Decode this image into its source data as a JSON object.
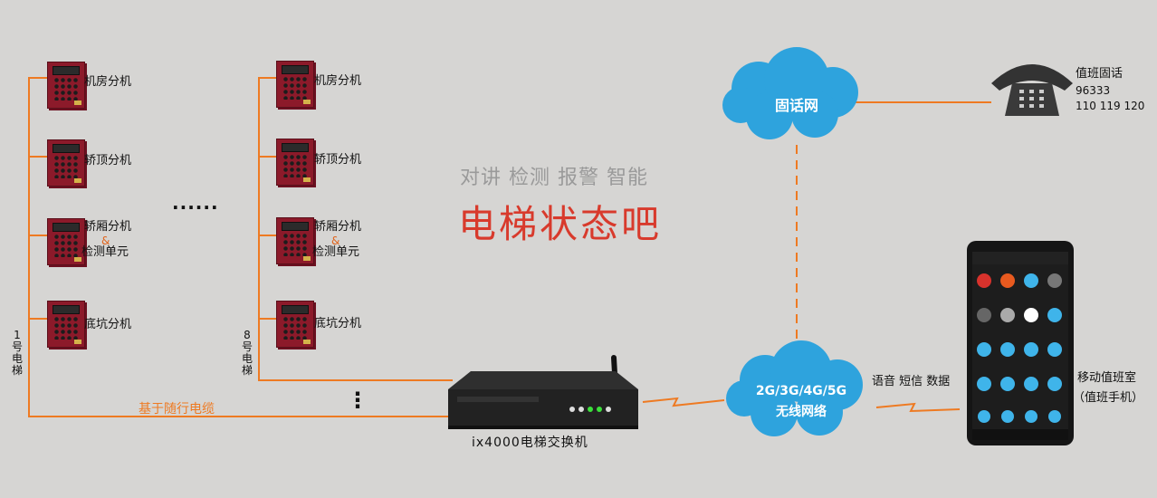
{
  "left_group": {
    "panels": [
      {
        "label": "机房分机"
      },
      {
        "label": "轿顶分机"
      },
      {
        "label": "轿厢分机",
        "amp": "&",
        "label2": "检测单元"
      },
      {
        "label": "底坑分机"
      }
    ],
    "elevator_label": "1号电梯"
  },
  "right_group": {
    "panels": [
      {
        "label": "机房分机"
      },
      {
        "label": "轿顶分机"
      },
      {
        "label": "轿厢分机",
        "amp": "&",
        "label2": "检测单元"
      },
      {
        "label": "底坑分机"
      }
    ],
    "elevator_label": "8号电梯"
  },
  "ellipsis_h": "......",
  "ellipsis_v": "⋮",
  "cable_label": "基于随行电缆",
  "slogan": {
    "line1": "对讲 检测 报警 智能",
    "line2": "电梯状态吧"
  },
  "switch_label": "ix4000电梯交换机",
  "landline_cloud": "固话网",
  "wireless_cloud": {
    "line1": "2G/3G/4G/5G",
    "line2": "无线网络"
  },
  "duty_phone": {
    "title": "值班固话",
    "line1": "96333",
    "line2": "110  119  120"
  },
  "mobile_link_label": "语音 短信 数据",
  "mobile_duty": {
    "line1": "移动值班室",
    "line2": "（值班手机）"
  },
  "colors": {
    "wire": "#ee7a22",
    "cloud": "#2ea3dd",
    "accent_red": "#d83a2c"
  }
}
